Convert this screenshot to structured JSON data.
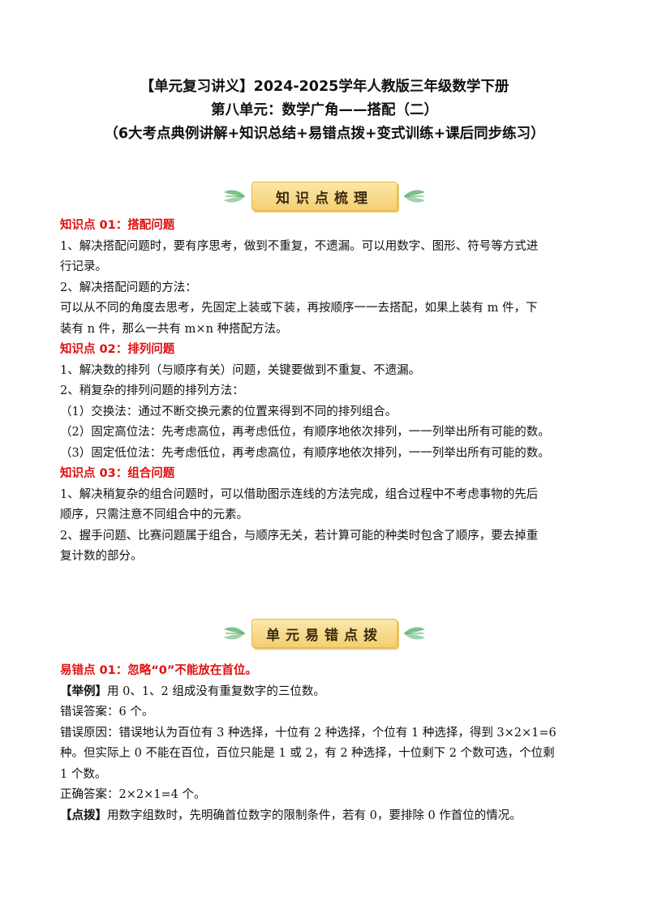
{
  "header": {
    "line1": "【单元复习讲义】2024-2025学年人教版三年级数学下册",
    "line2": "第八单元：数学广角——搭配（二）",
    "line3": "（6大考点典例讲解+知识总结+易错点拨+变式训练+课后同步练习）"
  },
  "section1": {
    "banner": "知识点梳理",
    "k1": {
      "title": "知识点 01：搭配问题",
      "p1": "1、解决搭配问题时，要有序思考，做到不重复，不遗漏。可以用数字、图形、符号等方式进",
      "p1b": "行记录。",
      "p2": "2、解决搭配问题的方法：",
      "p3": "可以从不同的角度去思考，先固定上装或下装，再按顺序一一去搭配，如果上装有 m 件，下",
      "p3b": "装有 n 件，那么一共有 m×n 种搭配方法。"
    },
    "k2": {
      "title": "知识点 02：排列问题",
      "p1": "1、解决数的排列（与顺序有关）问题，关键要做到不重复、不遗漏。",
      "p2": "2、稍复杂的排列问题的排列方法：",
      "p3": "（1）交换法：通过不断交换元素的位置来得到不同的排列组合。",
      "p4": "（2）固定高位法：先考虑高位，再考虑低位，有顺序地依次排列，一一列举出所有可能的数。",
      "p5": "（3）固定低位法：先考虑低位，再考虑高位，有顺序地依次排列，一一列举出所有可能的数。"
    },
    "k3": {
      "title": "知识点 03：组合问题",
      "p1": "1、解决稍复杂的组合问题时，可以借助图示连线的方法完成，组合过程中不考虑事物的先后",
      "p1b": "顺序，只需注意不同组合中的元素。",
      "p2": "2、握手问题、比赛问题属于组合，与顺序无关，若计算可能的种类时包含了顺序，要去掉重",
      "p2b": "复计数的部分。"
    }
  },
  "section2": {
    "banner": "单元易错点拨",
    "e1": {
      "title": "易错点 01：忽略“0”不能放在首位。",
      "example_label": "【举例】",
      "example": "用 0、1、2 组成没有重复数字的三位数。",
      "wrong_answer": "错误答案：6 个。",
      "wrong_reason": "错误原因：错误地认为百位有 3 种选择，十位有 2 种选择，个位有 1 种选择，得到 3×2×1=6",
      "wrong_reason_b": "种。但实际上 0 不能在百位，百位只能是 1 或 2，有 2 种选择，十位剩下 2 个数可选，个位剩",
      "wrong_reason_c": "1 个数。",
      "correct_answer": "正确答案：2×2×1=4 个。",
      "tip_label": "【点拨】",
      "tip": "用数字组数时，先明确首位数字的限制条件，若有 0，要排除 0 作首位的情况。"
    }
  },
  "colors": {
    "accent_red": "#e01010",
    "banner_fill": "#f4cf72",
    "leaf": "#7cc08a"
  }
}
